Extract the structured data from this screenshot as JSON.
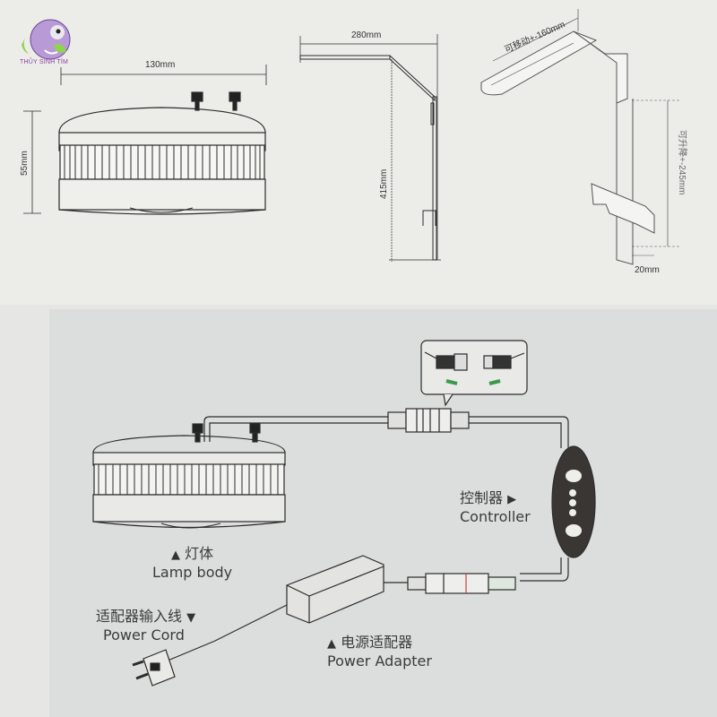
{
  "logo": {
    "brand_text": "THỦY SINH TÍM",
    "icon": "fish-logo-icon",
    "colors": {
      "purple": "#b89ad6",
      "green": "#8fd44a",
      "text": "#8c3fa2"
    }
  },
  "dimensions": {
    "lamp_width": "130mm",
    "lamp_height": "55mm",
    "arm_width": "280mm",
    "arm_height": "415mm",
    "bracket_slide": "可移动+-160mm",
    "bracket_lift": "可升降+-245mm",
    "bracket_thickness": "20mm"
  },
  "wiring": {
    "lamp_body": {
      "zh": "灯体",
      "en": "Lamp body",
      "marker": "▲"
    },
    "controller": {
      "zh": "控制器",
      "en": "Controller",
      "marker": "▶"
    },
    "power_cord": {
      "zh": "适配器输入线",
      "en": "Power Cord",
      "marker": "▼"
    },
    "power_adapter": {
      "zh": "电源适配器",
      "en": "Power Adapter",
      "marker": "▲"
    },
    "connector_callout": {
      "icon": "dc-connector-icon",
      "arrow_color": "#3a9a4a"
    },
    "controller_buttons": [
      "power-button",
      "mode-button"
    ],
    "controller_indicators": 3
  }
}
